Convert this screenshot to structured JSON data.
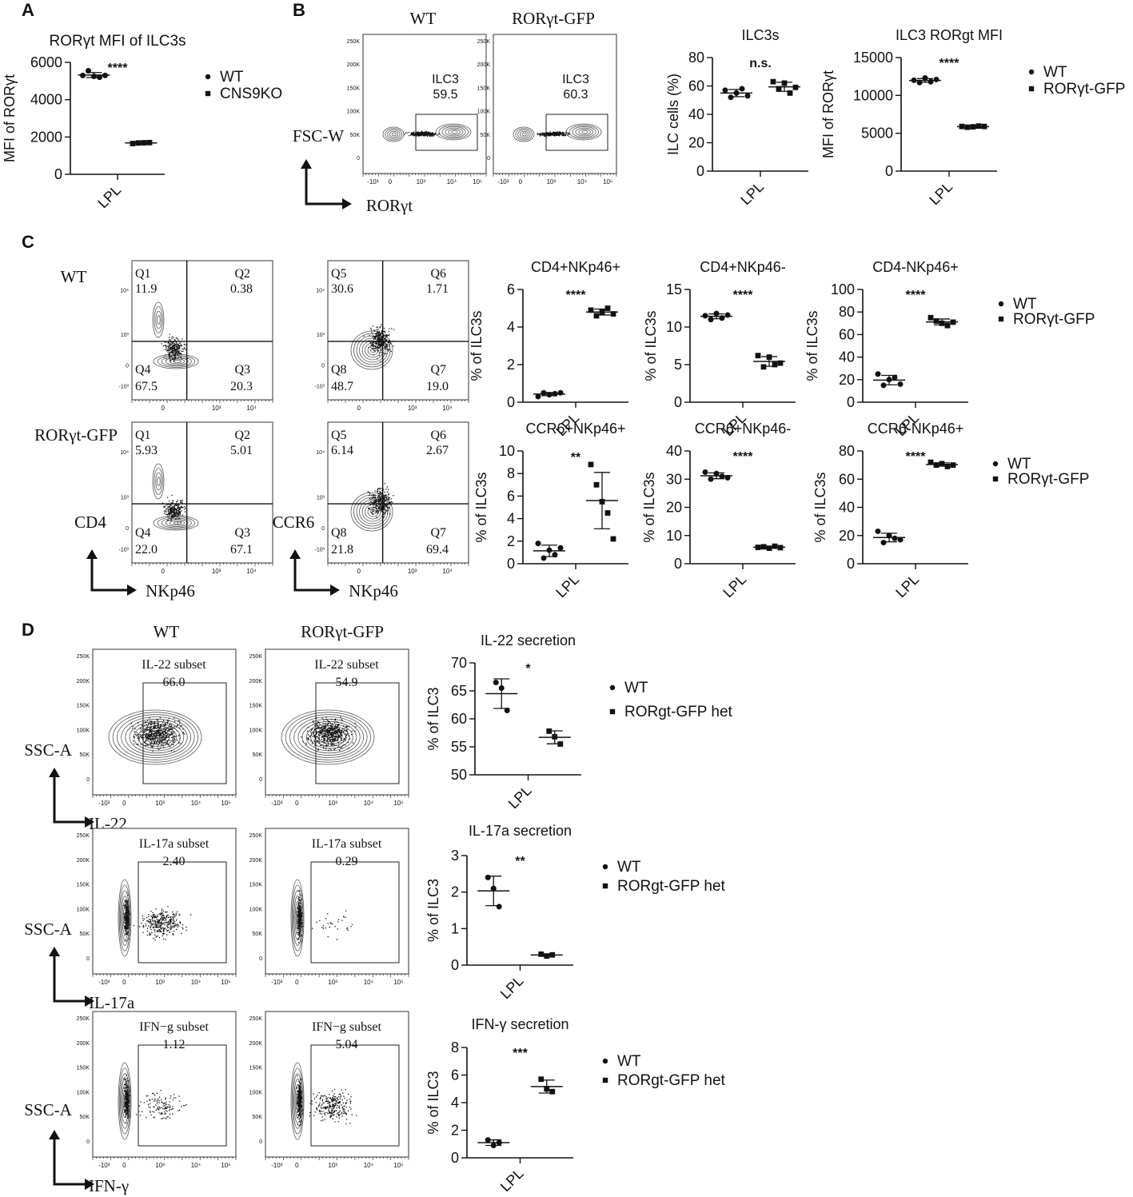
{
  "panel_letters": [
    "A",
    "B",
    "C",
    "D"
  ],
  "flow": {
    "b_titles": [
      "WT",
      "RORγt-GFP"
    ],
    "b_gate_labels": [
      "ILC3",
      "ILC3"
    ],
    "b_gate_values": [
      "59.5",
      "60.3"
    ],
    "b_axis_y": "FSC-W",
    "b_axis_x": "RORγt",
    "b_ylabels": [
      "250K",
      "200K",
      "150K",
      "100K",
      "50K",
      "0"
    ],
    "log_ticks": [
      "-10³",
      "0",
      "10³",
      "10⁴",
      "10⁵"
    ],
    "log_ticks_y": [
      "10⁵",
      "10⁴",
      "10³",
      "0",
      "-10³"
    ],
    "c_row_labels": [
      "WT",
      "RORγt-GFP"
    ],
    "c_quads_cd4": [
      [
        "Q1",
        "11.9",
        "Q2",
        "0.38",
        "Q4",
        "67.5",
        "Q3",
        "20.3"
      ],
      [
        "Q1",
        "5.93",
        "Q2",
        "5.01",
        "Q4",
        "22.0",
        "Q3",
        "67.1"
      ]
    ],
    "c_quads_ccr6": [
      [
        "Q5",
        "30.6",
        "Q6",
        "1.71",
        "Q8",
        "48.7",
        "Q7",
        "19.0"
      ],
      [
        "Q5",
        "6.14",
        "Q6",
        "2.67",
        "Q8",
        "21.8",
        "Q7",
        "69.4"
      ]
    ],
    "c_axis_cd4": "CD4",
    "c_axis_ccr6": "CCR6",
    "c_axis_x": "NKp46",
    "d_titles": [
      "WT",
      "RORγt-GFP"
    ],
    "d_gate_labels": [
      "IL-22 subset",
      "IL-17a subset",
      "IFN−g subset"
    ],
    "d_gate_values": [
      [
        "66.0",
        "54.9"
      ],
      [
        "2.40",
        "0.29"
      ],
      [
        "1.12",
        "5.04"
      ]
    ],
    "d_axis_y": "SSC-A",
    "d_axis_x": [
      "IL-22",
      "IL-17a",
      "IFN-γ"
    ]
  },
  "chart_data": [
    {
      "id": "A",
      "type": "scatter",
      "title": "RORγt MFI of ILC3s",
      "ylabel": "MFI of RORγt",
      "xlabel": "LPL",
      "ylim": [
        0,
        6000
      ],
      "yticks": [
        0,
        2000,
        4000,
        6000
      ],
      "significance": "****",
      "series": [
        {
          "name": "WT",
          "marker": "circle",
          "values": [
            5300,
            5550,
            5250,
            5200,
            5300
          ]
        },
        {
          "name": "CNS9KO",
          "marker": "square",
          "values": [
            1650,
            1680,
            1690,
            1700
          ]
        }
      ]
    },
    {
      "id": "B1",
      "type": "scatter",
      "title": "ILC3s",
      "ylabel": "ILC cells (%)",
      "xlabel": "LPL",
      "ylim": [
        0,
        80
      ],
      "yticks": [
        0,
        20,
        40,
        60,
        80
      ],
      "significance": "n.s.",
      "series": [
        {
          "values": [
            57,
            52,
            55,
            58,
            53
          ]
        },
        {
          "values": [
            63,
            58,
            62,
            55,
            59
          ]
        }
      ]
    },
    {
      "id": "B2",
      "type": "scatter",
      "title": "ILC3 RORgt MFI",
      "ylabel": "MFI of RORγt",
      "xlabel": "LPL",
      "ylim": [
        0,
        15000
      ],
      "yticks": [
        0,
        5000,
        10000,
        15000
      ],
      "significance": "****",
      "series": [
        {
          "name": "WT",
          "marker": "circle",
          "values": [
            12000,
            11700,
            12300,
            11800,
            12100
          ]
        },
        {
          "name": "RORγt-GFP",
          "marker": "square",
          "values": [
            5900,
            5800,
            5850,
            5950,
            5900
          ]
        }
      ]
    },
    {
      "id": "C1",
      "type": "scatter",
      "title": "CD4+NKp46+",
      "ylabel": "% of ILC3s",
      "xlabel": "LPL",
      "ylim": [
        0,
        6
      ],
      "yticks": [
        0,
        2,
        4,
        6
      ],
      "significance": "****",
      "series": [
        {
          "values": [
            0.3,
            0.5,
            0.4,
            0.45,
            0.5
          ]
        },
        {
          "values": [
            4.9,
            4.6,
            4.8,
            5.0,
            4.7
          ]
        }
      ]
    },
    {
      "id": "C2",
      "type": "scatter",
      "title": "CD4+NKp46-",
      "ylabel": "% of ILC3s",
      "xlabel": "LPL",
      "ylim": [
        0,
        15
      ],
      "yticks": [
        0,
        5,
        10,
        15
      ],
      "significance": "****",
      "series": [
        {
          "values": [
            11.5,
            11.0,
            11.8,
            11.2,
            11.6
          ]
        },
        {
          "values": [
            6.2,
            4.7,
            6.0,
            5.0,
            5.2
          ]
        }
      ]
    },
    {
      "id": "C3",
      "type": "scatter",
      "title": "CD4-NKp46+",
      "ylabel": "% of ILC3s",
      "xlabel": "LPL",
      "ylim": [
        0,
        100
      ],
      "yticks": [
        0,
        20,
        40,
        60,
        80,
        100
      ],
      "significance": "****",
      "series": [
        {
          "values": [
            25,
            15,
            20,
            22,
            16
          ]
        },
        {
          "values": [
            75,
            72,
            70,
            68,
            71
          ]
        }
      ]
    },
    {
      "id": "C4",
      "type": "scatter",
      "title": "CCR6+NKp46+",
      "ylabel": "% of ILC3s",
      "xlabel": "LPL",
      "ylim": [
        0,
        10
      ],
      "yticks": [
        0,
        2,
        4,
        6,
        8,
        10
      ],
      "significance": "**",
      "series": [
        {
          "values": [
            1.8,
            0.5,
            1.2,
            0.8,
            1.4
          ]
        },
        {
          "values": [
            8.8,
            7.0,
            5.5,
            4.5,
            2.2
          ]
        }
      ]
    },
    {
      "id": "C5",
      "type": "scatter",
      "title": "CCR6+NKp46-",
      "ylabel": "% of ILC3s",
      "xlabel": "LPL",
      "ylim": [
        0,
        40
      ],
      "yticks": [
        0,
        10,
        20,
        30,
        40
      ],
      "significance": "****",
      "series": [
        {
          "values": [
            32.5,
            30.0,
            32.0,
            31.0,
            30.5
          ]
        },
        {
          "values": [
            5.8,
            6.0,
            5.5,
            6.2,
            5.7
          ]
        }
      ]
    },
    {
      "id": "C6",
      "type": "scatter",
      "title": "CCR6-NKp46+",
      "ylabel": "% of ILC3s",
      "xlabel": "LPL",
      "ylim": [
        0,
        80
      ],
      "yticks": [
        0,
        20,
        40,
        60,
        80
      ],
      "significance": "****",
      "series": [
        {
          "values": [
            23,
            15,
            20,
            18,
            17
          ]
        },
        {
          "values": [
            72,
            70,
            71,
            69,
            70
          ]
        }
      ]
    },
    {
      "id": "D1",
      "type": "scatter",
      "title": "IL-22 secretion",
      "ylabel": "% of ILC3",
      "xlabel": "LPL",
      "ylim": [
        50,
        70
      ],
      "yticks": [
        50,
        55,
        60,
        65,
        70
      ],
      "significance": "*",
      "series": [
        {
          "values": [
            66.5,
            65.5,
            61.5
          ]
        },
        {
          "values": [
            57.8,
            56.8,
            55.5
          ]
        }
      ]
    },
    {
      "id": "D2",
      "type": "scatter",
      "title": "IL-17a secretion",
      "ylabel": "% of ILC3",
      "xlabel": "LPL",
      "ylim": [
        0,
        3
      ],
      "yticks": [
        0,
        1,
        2,
        3
      ],
      "significance": "**",
      "series": [
        {
          "values": [
            2.4,
            2.1,
            1.6
          ]
        },
        {
          "values": [
            0.3,
            0.25,
            0.28
          ]
        }
      ]
    },
    {
      "id": "D3",
      "type": "scatter",
      "title": "IFN-γ secretion",
      "ylabel": "% of ILC3",
      "xlabel": "LPL",
      "ylim": [
        0,
        8
      ],
      "yticks": [
        0,
        2,
        4,
        6,
        8
      ],
      "significance": "***",
      "series": [
        {
          "values": [
            1.3,
            0.9,
            1.1
          ]
        },
        {
          "values": [
            5.7,
            5.0,
            4.8
          ]
        }
      ]
    }
  ],
  "legends": {
    "A": [
      "WT",
      "CNS9KO"
    ],
    "B": [
      "WT",
      "RORγt-GFP"
    ],
    "C1": [
      "WT",
      "RORγt-GFP"
    ],
    "C2": [
      "WT",
      "RORγt-GFP"
    ],
    "D1": [
      "WT",
      "RORgt-GFP het"
    ],
    "D2": [
      "WT",
      "RORgt-GFP het"
    ],
    "D3": [
      "WT",
      "RORgt-GFP het"
    ]
  }
}
